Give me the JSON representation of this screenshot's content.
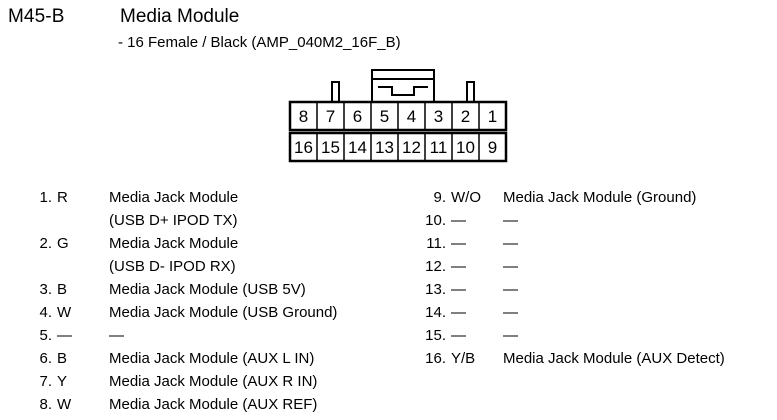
{
  "header": {
    "code": "M45-B",
    "title": "Media Module",
    "subtitle": "- 16 Female / Black (AMP_040M2_16F_B)"
  },
  "connector": {
    "name": "16-way-female-connector",
    "top_row_labels": [
      "8",
      "7",
      "6",
      "5",
      "4",
      "3",
      "2",
      "1"
    ],
    "bottom_row_labels": [
      "16",
      "15",
      "14",
      "13",
      "12",
      "11",
      "10",
      "9"
    ],
    "stroke_color": "#000000",
    "fill_color": "#ffffff"
  },
  "pinout": {
    "left_column": [
      {
        "index": "1.",
        "color": "R",
        "desc": "Media Jack Module",
        "desc2": "(USB D+ IPOD TX)"
      },
      {
        "index": "2.",
        "color": "G",
        "desc": "Media Jack Module",
        "desc2": "(USB D- IPOD RX)"
      },
      {
        "index": "3.",
        "color": "B",
        "desc": "Media Jack Module (USB 5V)",
        "desc2": ""
      },
      {
        "index": "4.",
        "color": "W",
        "desc": "Media Jack Module (USB Ground)",
        "desc2": ""
      },
      {
        "index": "5.",
        "color": "—",
        "desc": "—",
        "desc2": ""
      },
      {
        "index": "6.",
        "color": "B",
        "desc": "Media Jack Module (AUX L IN)",
        "desc2": ""
      },
      {
        "index": "7.",
        "color": "Y",
        "desc": "Media Jack Module (AUX R IN)",
        "desc2": ""
      },
      {
        "index": "8.",
        "color": "W",
        "desc": "Media Jack Module (AUX REF)",
        "desc2": ""
      }
    ],
    "right_column": [
      {
        "index": "9.",
        "color": "W/O",
        "desc": "Media Jack Module (Ground)",
        "desc2": ""
      },
      {
        "index": "10.",
        "color": "—",
        "desc": "—",
        "desc2": ""
      },
      {
        "index": "11.",
        "color": "—",
        "desc": "—",
        "desc2": ""
      },
      {
        "index": "12.",
        "color": "—",
        "desc": "—",
        "desc2": ""
      },
      {
        "index": "13.",
        "color": "—",
        "desc": "—",
        "desc2": ""
      },
      {
        "index": "14.",
        "color": "—",
        "desc": "—",
        "desc2": ""
      },
      {
        "index": "15.",
        "color": "—",
        "desc": "—",
        "desc2": ""
      },
      {
        "index": "16.",
        "color": "Y/B",
        "desc": "Media Jack Module (AUX Detect)",
        "desc2": ""
      }
    ]
  }
}
